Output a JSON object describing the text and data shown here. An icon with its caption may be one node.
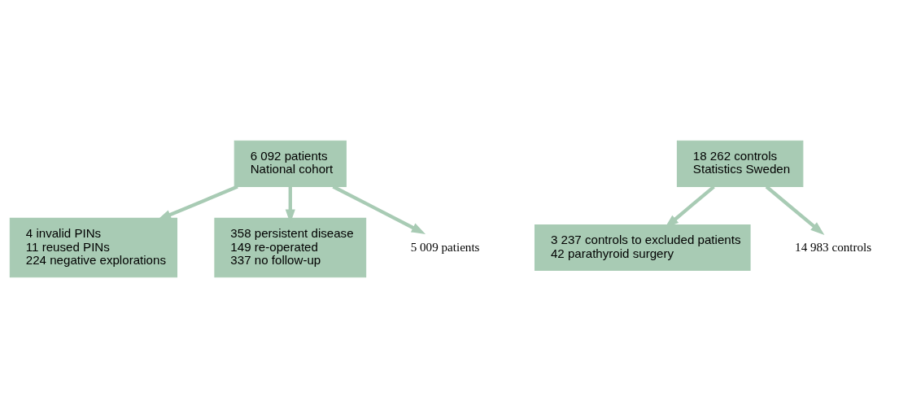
{
  "diagram": {
    "nodes": [
      {
        "text": [
          "6 092 patients",
          "National cohort"
        ]
      },
      {
        "text": [
          "4 invalid PINs",
          "11 reused PINs",
          "224 negative explorations"
        ]
      },
      {
        "text": [
          "358 persistent disease",
          "149 re-operated",
          "337 no follow-up"
        ]
      },
      {
        "text": [
          "5 009 patients"
        ]
      },
      {
        "text": [
          "18 262 controls",
          "Statistics Sweden"
        ]
      },
      {
        "text": [
          "3 237 controls to excluded patients",
          "42 parathyroid surgery"
        ]
      },
      {
        "text": [
          "14 983 controls"
        ]
      }
    ],
    "edges": [
      {
        "from": 0,
        "to": 1,
        "arrow": "to"
      },
      {
        "from": 0,
        "to": 2,
        "arrow": "to"
      },
      {
        "from": 0,
        "to": 3,
        "arrow": "to"
      },
      {
        "from": 4,
        "to": 5,
        "arrow": "to"
      },
      {
        "from": 4,
        "to": 6,
        "arrow": "to"
      }
    ]
  }
}
